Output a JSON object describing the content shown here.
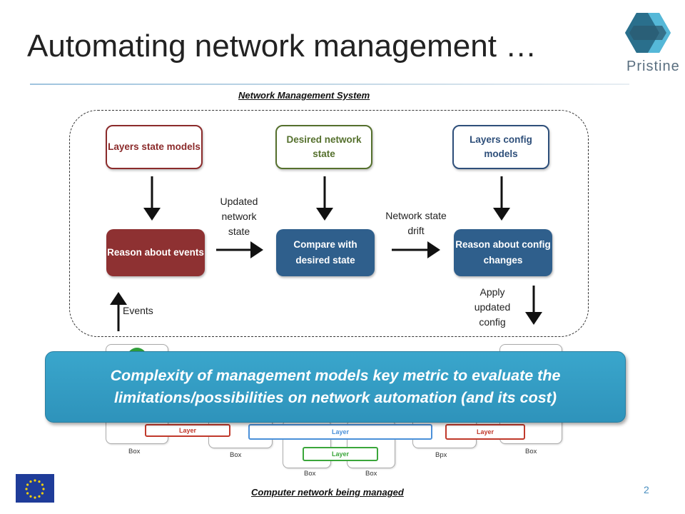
{
  "slide": {
    "title": "Automating network management …",
    "page_number": "2",
    "logo_text": "Pristine"
  },
  "nms": {
    "label": "Network Management System",
    "models": [
      {
        "text": "Layers state models",
        "color": "#8b2b2b"
      },
      {
        "text": "Desired network state",
        "color": "#55702d"
      },
      {
        "text": "Layers config models",
        "color": "#2e4f7a"
      }
    ],
    "processes": [
      {
        "text": "Reason about events",
        "color": "#8e3132"
      },
      {
        "text": "Compare with desired state",
        "color": "#2f5f8c"
      },
      {
        "text": "Reason about config changes",
        "color": "#2f5f8c"
      }
    ],
    "flows": {
      "updated": "Updated network state",
      "drift": "Network state drift",
      "events": "Events",
      "apply": "Apply updated config"
    }
  },
  "callout": {
    "text": "Complexity of management models key metric to evaluate the limitations/possibilities on network automation (and its cost)"
  },
  "network": {
    "label": "Computer network being managed",
    "layers": [
      {
        "text": "Layer",
        "color": "#c0392b"
      },
      {
        "text": "Layer",
        "color": "#4a90d9"
      },
      {
        "text": "Layer",
        "color": "#3aa63a"
      },
      {
        "text": "Layer",
        "color": "#c0392b"
      }
    ],
    "boxes": [
      "Box",
      "Box",
      "Box",
      "Box",
      "Bpx",
      "Box"
    ]
  }
}
